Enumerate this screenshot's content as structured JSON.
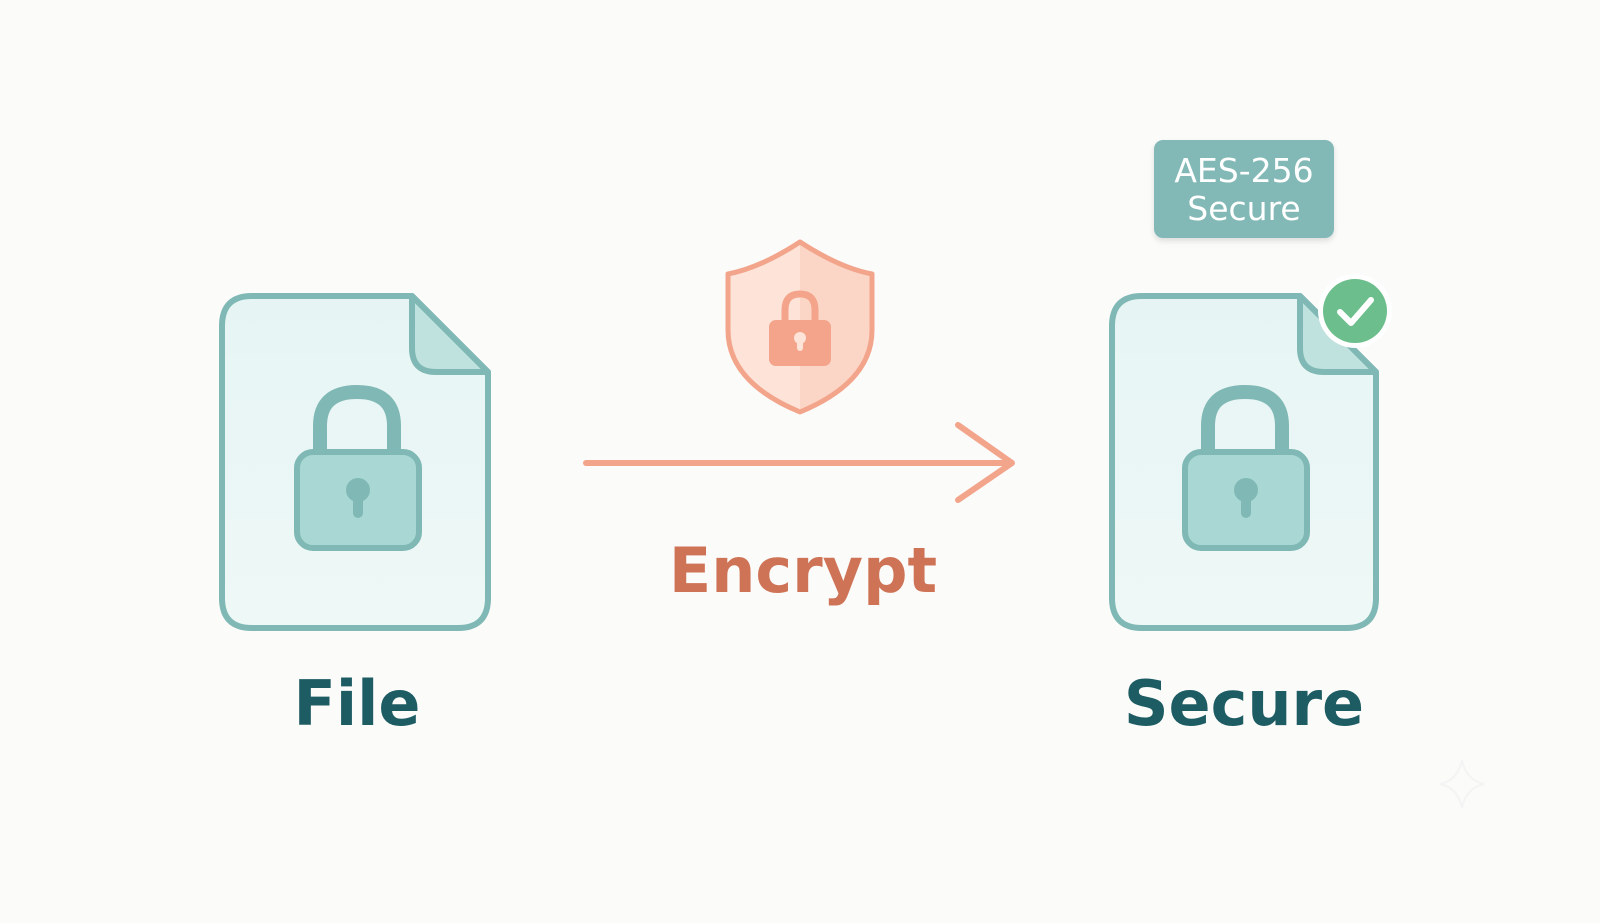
{
  "labels": {
    "source": "File",
    "action": "Encrypt",
    "result": "Secure"
  },
  "badge": {
    "line1": "AES-256",
    "line2": "Secure"
  },
  "icons": {
    "source_document": "locked-document-icon",
    "source_lock": "padlock-icon",
    "shield": "shield-lock-icon",
    "arrow": "arrow-right-icon",
    "result_document": "locked-document-icon",
    "result_lock": "padlock-icon",
    "check": "check-circle-icon"
  },
  "colors": {
    "background": "#fbfbfa",
    "teal_stroke": "#7fb8b4",
    "teal_fill": "#e3f3f2",
    "teal_lock_fill": "#a9d8d4",
    "teal_text": "#1d5c63",
    "coral_stroke": "#f3a58c",
    "coral_fill": "#fde6dc",
    "coral_lock": "#f4a48a",
    "coral_text": "#cf7356",
    "badge_fill": "#82b9b6",
    "badge_text": "#ffffff",
    "check_fill": "#6cbf8c"
  }
}
